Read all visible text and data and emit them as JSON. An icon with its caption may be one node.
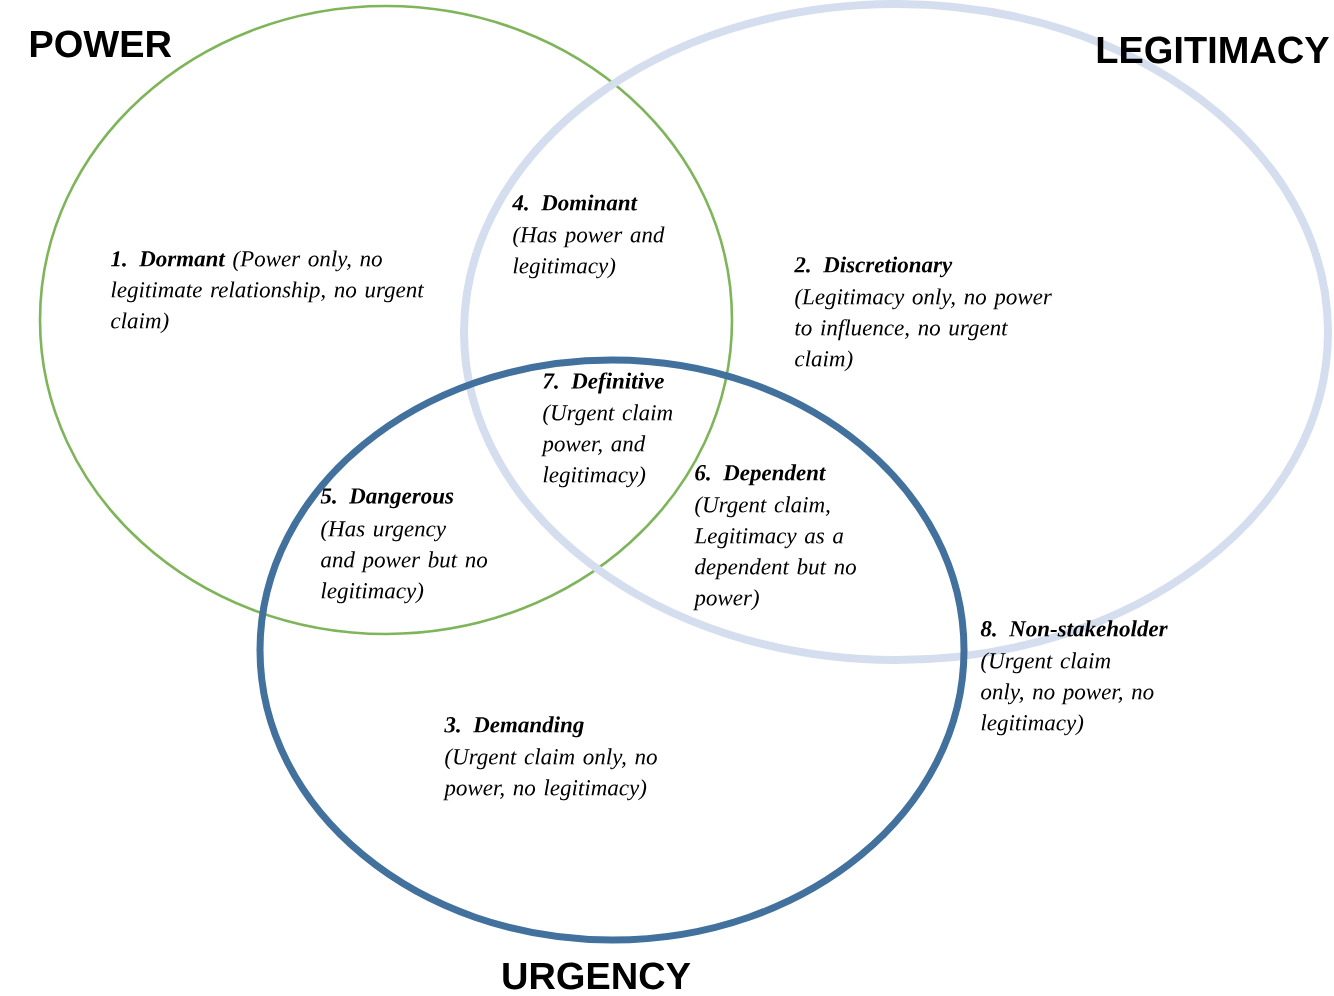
{
  "diagram": {
    "nodes": [
      {
        "text": [
          "POWER"
        ]
      },
      {
        "text": [
          "LEGITIMACY"
        ]
      },
      {
        "text": [
          "URGENCY"
        ]
      }
    ],
    "labels": [
      "**1. Dormant** (Power only, no legitimate relationship, no urgent claim)",
      "4. Dominant",
      "(Has power and legitimacy)",
      "2. Discretionary",
      "(Legitimacy only, no power to influence, no urgent claim)",
      "7. Definitive",
      "(Urgent claim power, and legitimacy)",
      "5. Dangerous",
      "(Has urgency and power but no legitimacy)",
      "6. Dependent",
      "(Urgent claim, Legitimacy as a dependent but no power)",
      "8. Non-stakeholder",
      "(Urgent claim only, no power, no legitimacy)",
      "3. Demanding",
      "(Urgent claim only, no power, no legitimacy)"
    ]
  }
}
